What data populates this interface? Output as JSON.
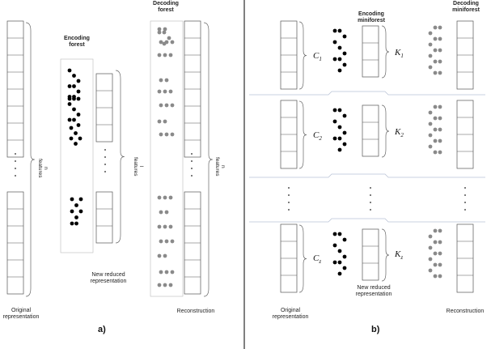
{
  "panel_a": {
    "label": "a)",
    "original_label": "Original\nrepresentation",
    "encoding_forest_label": "Encoding\nforest",
    "decoding_forest_label": "Decoding\nforest",
    "reduced_label": "New reduced\nrepresentation",
    "reconstruction_label": "Reconstruction",
    "n_features_label": "n\nfeatures",
    "l_features_label": "l\nfeatures",
    "n_features_label_2": "n\nfeatures"
  },
  "panel_b": {
    "label": "b)",
    "original_label": "Original\nrepresentation",
    "encoding_miniforest_label": "Encoding\nminiforest",
    "decoding_miniforest_label": "Decoding\nminiforest",
    "reduced_label": "New reduced\nrepresentation",
    "reconstruction_label": "Reconstruction",
    "c_labels": [
      {
        "base": "C",
        "sub": "1"
      },
      {
        "base": "C",
        "sub": "2"
      },
      {
        "base": "C",
        "sub": "z"
      }
    ],
    "k_labels": [
      {
        "base": "K",
        "sub": "1"
      },
      {
        "base": "K",
        "sub": "2"
      },
      {
        "base": "K",
        "sub": "z"
      }
    ]
  },
  "colors": {
    "encoder_dot": "#000000",
    "decoder_dot": "#8a8a8a",
    "box_stroke": "#555555",
    "divider": "#000000",
    "separator": "#b9c4d6"
  }
}
